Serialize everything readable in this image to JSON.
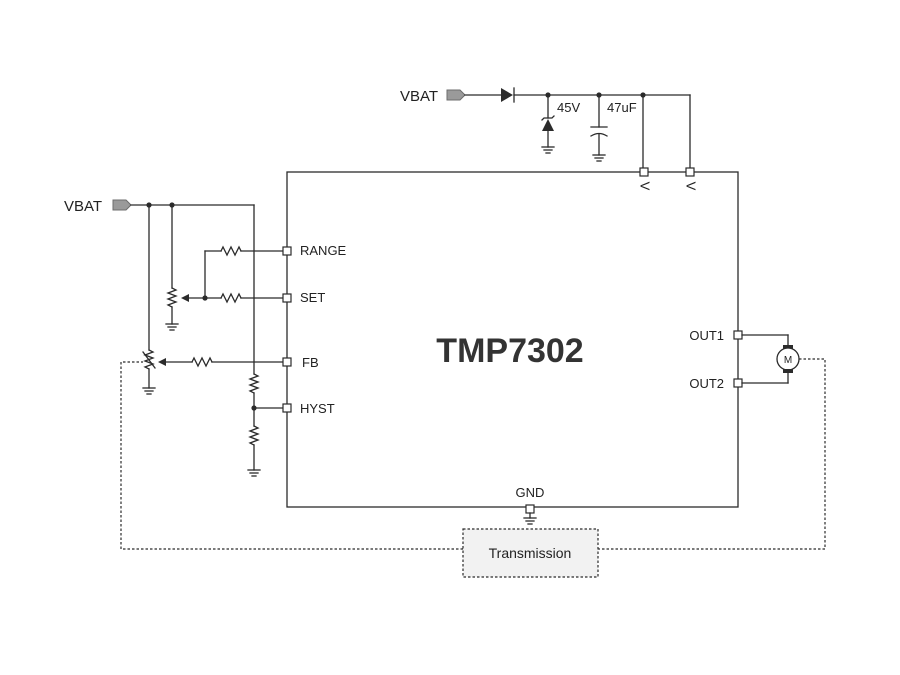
{
  "chip": {
    "name": "TMP7302"
  },
  "supply": {
    "left_label": "VBAT",
    "top_label": "VBAT"
  },
  "pins": {
    "range": "RANGE",
    "set": "SET",
    "fb": "FB",
    "hyst": "HYST",
    "out1": "OUT1",
    "out2": "OUT2",
    "gnd": "GND",
    "vm1": "V",
    "vm2": "V"
  },
  "components": {
    "zener_value": "45V",
    "capacitor_value": "47uF",
    "motor": "M"
  },
  "transmission": {
    "label": "Transmission"
  },
  "colors": {
    "wire": "#2b2b2b",
    "box_fill": "#f2f2f2",
    "vbat_tag": "#9a9a9a"
  }
}
